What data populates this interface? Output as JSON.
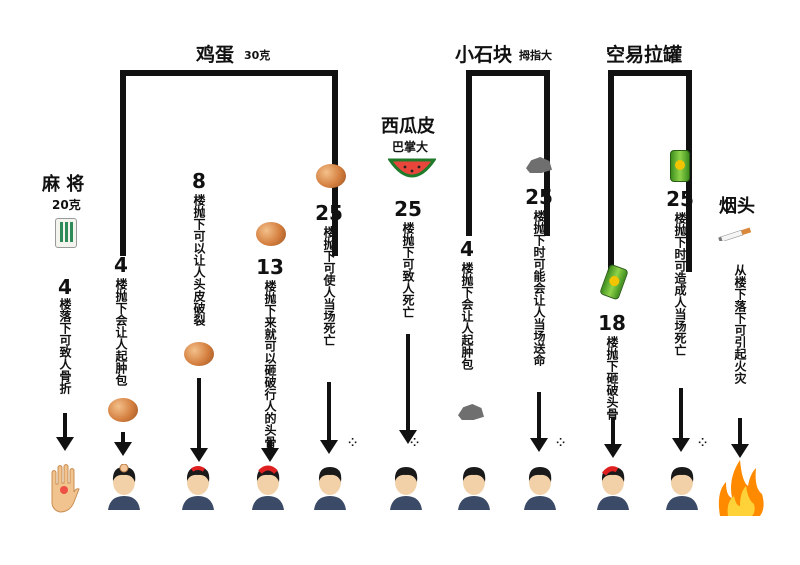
{
  "groups": {
    "egg": {
      "title": "鸡蛋",
      "sub": "30克"
    },
    "rock": {
      "title": "小石块",
      "sub": "拇指大"
    },
    "can": {
      "title": "空易拉罐"
    }
  },
  "items": {
    "mahjong": {
      "title": "麻 将",
      "sub": "20克",
      "num": "4",
      "desc": "楼落下可致人骨折"
    },
    "egg4": {
      "num": "4",
      "desc": "楼抛下会让人起肿包"
    },
    "egg8": {
      "num": "8",
      "desc": "楼抛下可以让人头皮破裂"
    },
    "egg13": {
      "num": "13",
      "desc": "楼抛下来就可以砸破行人的头骨"
    },
    "egg25": {
      "num": "25",
      "desc": "楼抛下可使人当场死亡"
    },
    "watermelon": {
      "title": "西瓜皮",
      "sub": "巴掌大",
      "num": "25",
      "desc": "楼抛下可致人死亡"
    },
    "rock4": {
      "num": "4",
      "desc": "楼抛下会让人起肿包"
    },
    "rock25": {
      "num": "25",
      "desc": "楼抛下时可能会让人当场送命"
    },
    "can18": {
      "num": "18",
      "desc": "楼抛下砸破头骨"
    },
    "can25": {
      "num": "25",
      "desc": "楼抛下时可造成人当场死亡"
    },
    "cigarette": {
      "title": "烟头",
      "desc": "从楼下落下可引起火灾"
    }
  }
}
